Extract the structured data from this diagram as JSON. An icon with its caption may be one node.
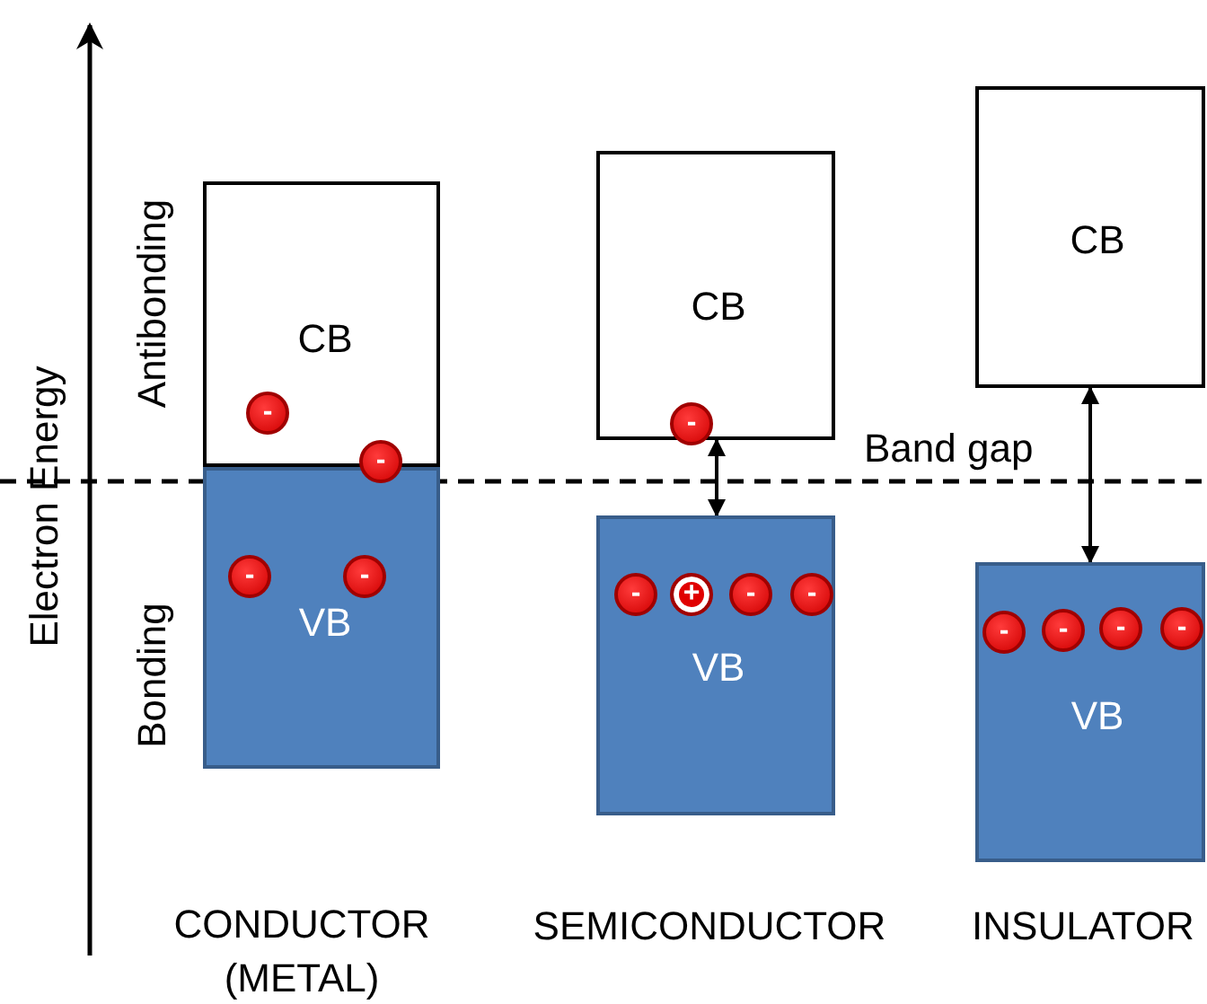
{
  "diagram": {
    "nodes": [
      {
        "text": [
          "CB"
        ]
      },
      {
        "text": [
          "-"
        ],
        "in": 0
      },
      {
        "text": [
          "-"
        ]
      },
      {
        "text": [
          "VB"
        ]
      },
      {
        "text": [
          "-"
        ],
        "in": 3
      },
      {
        "text": [
          "-"
        ],
        "in": 3
      },
      {
        "text": [
          "CB"
        ]
      },
      {
        "text": [
          "-"
        ],
        "in": 6
      },
      {
        "text": [
          "VB"
        ]
      },
      {
        "text": [
          "-"
        ],
        "in": 8
      },
      {
        "text": [
          "+"
        ],
        "in": 8
      },
      {
        "text": [
          "-"
        ],
        "in": 8
      },
      {
        "text": [
          "-"
        ],
        "in": 8
      },
      {
        "text": [
          "CB"
        ]
      },
      {
        "text": [
          "VB"
        ]
      },
      {
        "text": [
          "-"
        ],
        "in": 14
      },
      {
        "text": [
          "-"
        ],
        "in": 14
      },
      {
        "text": [
          "-"
        ],
        "in": 14
      },
      {
        "text": [
          "-"
        ],
        "in": 14
      }
    ],
    "edges": [
      {
        "from": 6,
        "to": 8,
        "arrow": "both"
      },
      {
        "from": 13,
        "to": 14,
        "arrow": "both"
      }
    ],
    "labels": [
      "Electron Energy",
      "Antibonding",
      "Bonding",
      "Band gap",
      "CONDUCTOR (METAL)",
      "SEMICONDUCTOR",
      "INSULATOR"
    ]
  }
}
